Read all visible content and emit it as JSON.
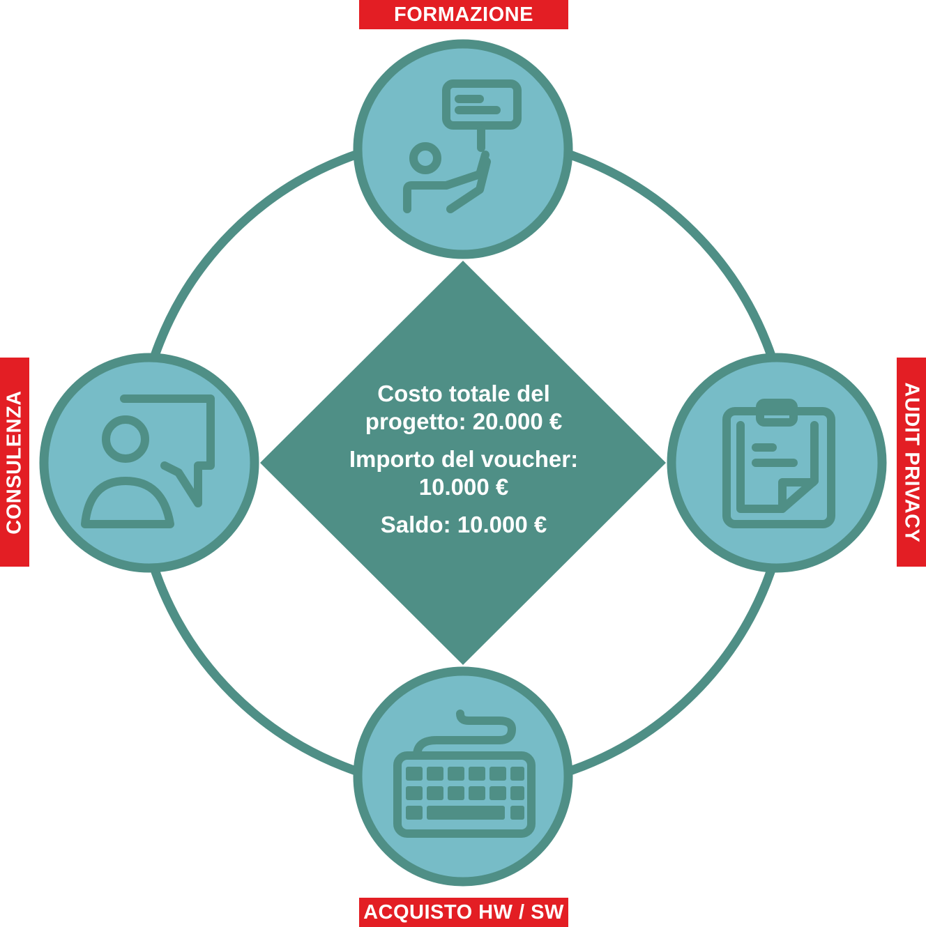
{
  "labels": {
    "top": "FORMAZIONE",
    "bottom": "ACQUISTO HW / SW",
    "left": "CONSULENZA",
    "right": "AUDIT PRIVACY"
  },
  "center": {
    "line1": "Costo totale del",
    "line2": "progetto: 20.000 €",
    "line3": "Importo del voucher:",
    "line4": "10.000 €",
    "line5": "Saldo: 10.000 €"
  },
  "colors": {
    "ring": "#4f8f86",
    "node_fill": "#77bcc7",
    "diamond": "#4f8f86",
    "icon": "#4f8f86",
    "label_bg": "#e31e24",
    "label_text": "#ffffff"
  },
  "icons": {
    "top": "presenter-icon",
    "right": "clipboard-icon",
    "bottom": "keyboard-icon",
    "left": "consultant-icon"
  }
}
